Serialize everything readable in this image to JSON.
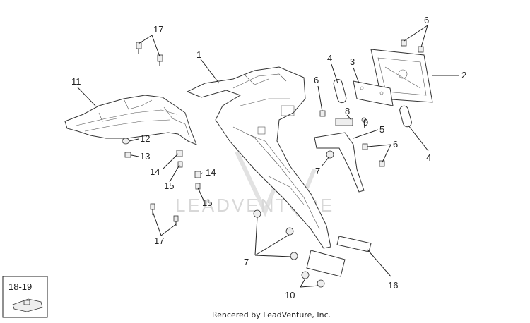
{
  "callouts": [
    {
      "id": "c17a",
      "label": "17"
    },
    {
      "id": "c1",
      "label": "1"
    },
    {
      "id": "c6a",
      "label": "6"
    },
    {
      "id": "c2",
      "label": "2"
    },
    {
      "id": "c11",
      "label": "11"
    },
    {
      "id": "c4a",
      "label": "4"
    },
    {
      "id": "c6b",
      "label": "6"
    },
    {
      "id": "c3",
      "label": "3"
    },
    {
      "id": "c8",
      "label": "8"
    },
    {
      "id": "c9",
      "label": "9"
    },
    {
      "id": "c5",
      "label": "5"
    },
    {
      "id": "c6c",
      "label": "6"
    },
    {
      "id": "c4b",
      "label": "4"
    },
    {
      "id": "c12",
      "label": "12"
    },
    {
      "id": "c13",
      "label": "13"
    },
    {
      "id": "c14a",
      "label": "14"
    },
    {
      "id": "c14b",
      "label": "14"
    },
    {
      "id": "c15a",
      "label": "15"
    },
    {
      "id": "c15b",
      "label": "15"
    },
    {
      "id": "c7a",
      "label": "7"
    },
    {
      "id": "c17b",
      "label": "17"
    },
    {
      "id": "c7b",
      "label": "7"
    },
    {
      "id": "c10",
      "label": "10"
    },
    {
      "id": "c16",
      "label": "16"
    }
  ],
  "inset_box": {
    "label": "18-19"
  },
  "watermark": "LEADVENTURE",
  "footer": "Rencered by LeadVenture, Inc."
}
